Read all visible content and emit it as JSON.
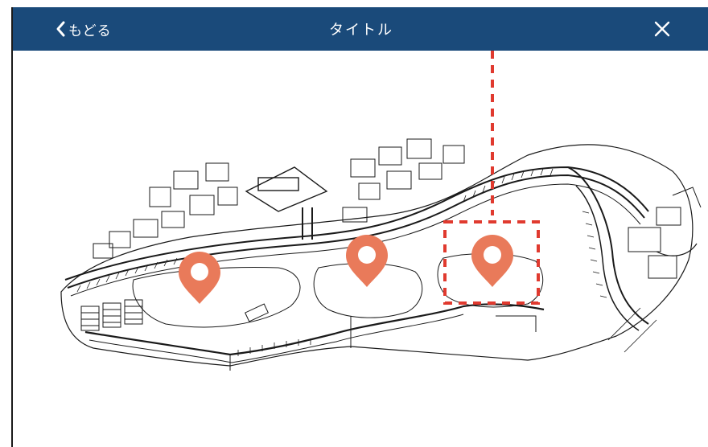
{
  "header": {
    "back_label": "もどる",
    "title": "タイトル",
    "back_icon": "chevron-left-icon",
    "close_icon": "close-icon",
    "background_color": "#1a4a7a"
  },
  "map": {
    "pin_color": "#e97a5a",
    "highlight_color": "#e03a2f",
    "pins": [
      {
        "name": "map-pin-west"
      },
      {
        "name": "map-pin-center"
      },
      {
        "name": "map-pin-east"
      }
    ]
  }
}
